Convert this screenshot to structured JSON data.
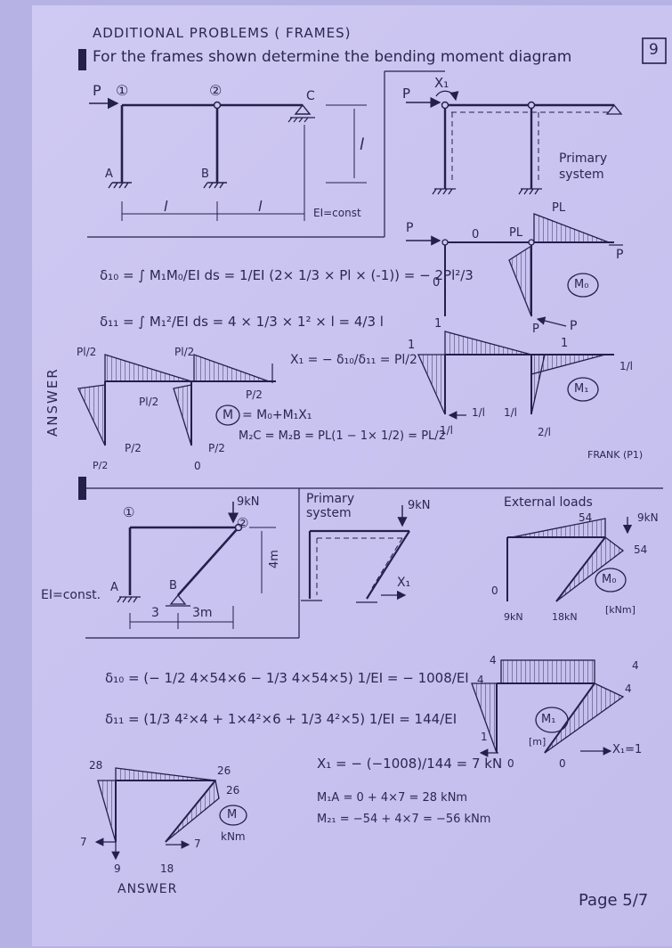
{
  "heading": "ADDITIONAL PROBLEMS ( FRAMES)",
  "task": "For the frames shown determine the bending moment diagram",
  "page_box": "9",
  "footer": {
    "page": "Page 5/7",
    "credit": "FRANK (P1)"
  },
  "problem1": {
    "labels": {
      "P": "P",
      "node1": "①",
      "node2": "②",
      "C": "C",
      "A": "A",
      "B": "B",
      "l_vert": "l",
      "l1": "l",
      "l2": "l",
      "EI": "EI=const"
    },
    "primary": {
      "X1": "X₁",
      "P": "P",
      "note_line1": "Primary",
      "note_line2": "system"
    },
    "m0": {
      "P_left": "P",
      "zero_top": "0",
      "PL_top": "PL",
      "PL_right": "PL",
      "P_right": "P",
      "P_mid": "P",
      "zero_left": "0",
      "P_down": "P",
      "name": "M₀"
    },
    "eq1": "δ₁₀ = ∫ M₁M₀/EI ds = 1/EI (2× 1/3 × Pl × (-1)) = − 2Pl²/3",
    "eq2": "δ₁₁ = ∫ M₁²/EI ds = 4 × 1/3 × 1² × l = 4/3 l",
    "eq3": "X₁ = − δ₁₀/δ₁₁ = Pl/2",
    "answer": "ANSWER",
    "m_labels": {
      "pl2_a": "Pl/2",
      "pl2_b": "Pl/2",
      "pl2_c": "Pl/2",
      "p2_a": "P/2",
      "p2_b": "P/2",
      "p2_c": "P/2",
      "p_half": "P/2",
      "zero": "0",
      "M": "M"
    },
    "eq4": "= M₀+M₁X₁",
    "eq5": "M₂C = M₂B = PL(1 − 1× 1/2) = PL/2",
    "m1": {
      "one_a": "1",
      "one_b": "1",
      "one_c": "1",
      "one_over_l_a": "1/l",
      "one_over_l_b": "1/l",
      "one_over_l_c": "1/l",
      "one_over_l_d": "1/l",
      "two_over_l": "2/l",
      "name": "M₁"
    }
  },
  "problem2": {
    "labels": {
      "node1": "①",
      "node2": "②",
      "load": "9kN",
      "A": "A",
      "B": "B",
      "h": "4m",
      "b1": "3",
      "b2": "3m",
      "EI": "EI=const."
    },
    "primary": {
      "title1": "Primary",
      "title2": "system",
      "load": "9kN",
      "X1": "X₁"
    },
    "external": {
      "title": "External loads",
      "v54a": "54",
      "load": "9kN",
      "v54b": "54",
      "zero": "0",
      "r1": "9kN",
      "r2": "18kN",
      "name": "M₀",
      "unit": "[kNm]"
    },
    "eq1": "δ₁₀ = (− 1/2 4×54×6 − 1/3 4×54×5) 1/EI = − 1008/EI",
    "eq2": "δ₁₁ = (1/3 4²×4 + 1×4²×6 + 1/3 4²×5) 1/EI = 144/EI",
    "m1": {
      "v4a": "4",
      "v4b": "4",
      "v4c": "4",
      "v4d": "4",
      "v1": "1",
      "unit": "[m]",
      "r0a": "0",
      "r0b": "0",
      "x1": "X₁=1",
      "name": "M₁"
    },
    "answer_vals": {
      "v28": "28",
      "v26a": "26",
      "v26b": "26",
      "v7a": "7",
      "v7b": "7",
      "v9": "9",
      "v18": "18",
      "name": "M",
      "unit": "kNm"
    },
    "eq3": "X₁ = − (−1008)/144 = 7 kN",
    "eq4": "M₁A = 0 + 4×7 = 28 kNm",
    "eq5": "M₂₁ = −54 + 4×7 = −56 kNm",
    "answer": "ANSWER"
  }
}
